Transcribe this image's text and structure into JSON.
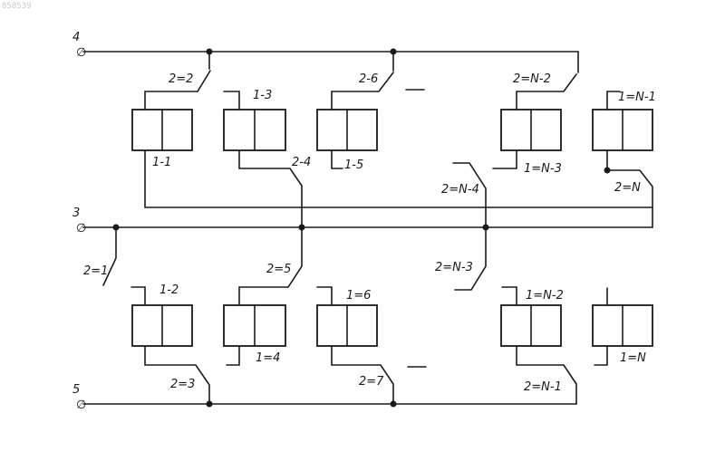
{
  "stamp": "858539",
  "terminals": {
    "top": "4",
    "middle": "3",
    "bottom": "5",
    "symbol": "∅"
  },
  "upper_contacts": {
    "c_2_2": "2=2",
    "c_2_6": "2-6",
    "c_2_n2": "2=N-2",
    "c_2_4": "2-4",
    "c_2_n4": "2=N-4",
    "c_2_n": "2=N"
  },
  "upper_coils": {
    "c_1_1": "1-1",
    "c_1_3": "1-3",
    "c_1_5": "1-5",
    "c_1_n3": "1=N-3",
    "c_1_n1": "1=N-1"
  },
  "lower_contacts": {
    "c_2_1": "2=1",
    "c_2_5": "2=5",
    "c_2_n3": "2=N-3",
    "c_2_3": "2=3",
    "c_2_7": "2=7",
    "c_2_n1": "2=N-1"
  },
  "lower_coils": {
    "c_1_2": "1-2",
    "c_1_6": "1=6",
    "c_1_n2": "1=N-2",
    "c_1_4": "1=4",
    "c_1_n": "1=N"
  }
}
